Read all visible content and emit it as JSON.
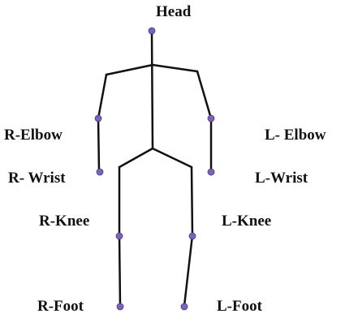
{
  "labels": {
    "head": "Head",
    "r_elbow": "R-Elbow",
    "l_elbow": "L- Elbow",
    "r_wrist": "R- Wrist",
    "l_wrist": "L-Wrist",
    "r_knee": "R-Knee",
    "l_knee": "L-Knee",
    "r_foot": "R-Foot",
    "l_foot": "L-Foot"
  },
  "colors": {
    "bone": "#111111",
    "joint": "#7b63b5",
    "joint_stroke": "#4b3a85",
    "text": "#111111"
  }
}
